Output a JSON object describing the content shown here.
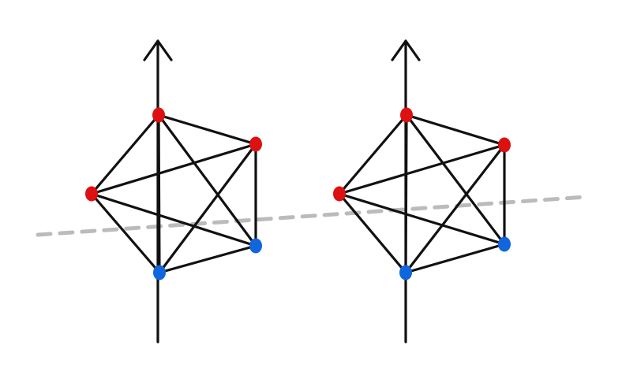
{
  "colors": {
    "edge": "#111111",
    "vertex_red": "#dd1111",
    "vertex_blue": "#1166dd",
    "cut_line": "#bbbbbb",
    "background": "#ffffff"
  },
  "diagrams": [
    {
      "name": "left-graph",
      "vertex_colors": [
        "red",
        "red",
        "red",
        "blue",
        "blue"
      ],
      "edges": [
        [
          0,
          1
        ],
        [
          0,
          2
        ],
        [
          0,
          3
        ],
        [
          0,
          4
        ],
        [
          1,
          2
        ],
        [
          1,
          3
        ],
        [
          1,
          4
        ],
        [
          2,
          3
        ],
        [
          2,
          4
        ],
        [
          3,
          4
        ]
      ]
    },
    {
      "name": "right-graph",
      "vertex_colors": [
        "red",
        "red",
        "red",
        "blue",
        "blue"
      ],
      "edges": [
        [
          0,
          1
        ],
        [
          0,
          2
        ],
        [
          0,
          3
        ],
        [
          0,
          4
        ],
        [
          1,
          2
        ],
        [
          1,
          3
        ],
        [
          1,
          4
        ],
        [
          2,
          3
        ],
        [
          2,
          4
        ],
        [
          3,
          4
        ]
      ]
    }
  ],
  "cut_line": {
    "style": "dashed"
  }
}
